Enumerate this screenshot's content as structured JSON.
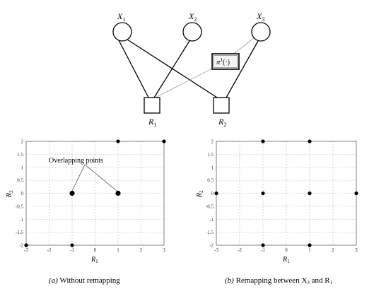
{
  "diagram": {
    "variables": [
      {
        "id": "X1",
        "letter": "X",
        "sub": "1"
      },
      {
        "id": "X2",
        "letter": "X",
        "sub": "2"
      },
      {
        "id": "X3",
        "letter": "X",
        "sub": "3"
      }
    ],
    "receivers": [
      {
        "id": "R1",
        "letter": "R",
        "sub": "1"
      },
      {
        "id": "R2",
        "letter": "R",
        "sub": "2"
      }
    ],
    "mapping_box": {
      "pi": "π",
      "sup": "1",
      "args": "(·)"
    },
    "edges": [
      {
        "from": "X1",
        "to": "R1",
        "style": "solid"
      },
      {
        "from": "X1",
        "to": "R2",
        "style": "solid"
      },
      {
        "from": "X2",
        "to": "R1",
        "style": "solid"
      },
      {
        "from": "X3",
        "to": "R2",
        "style": "solid"
      },
      {
        "from": "X3",
        "to": "R1",
        "style": "thin",
        "via": "mapping_box"
      }
    ]
  },
  "chart_data": [
    {
      "type": "scatter",
      "xlabel": {
        "letter": "R",
        "sub": "1"
      },
      "ylabel": {
        "letter": "R",
        "sub": "2"
      },
      "xlim": [
        -3,
        3
      ],
      "ylim": [
        -2,
        2
      ],
      "xticks": [
        "-3",
        "-2",
        "-1",
        "0",
        "1",
        "2",
        "3"
      ],
      "yticks": [
        "2",
        "1.5",
        "1",
        "0.5",
        "0",
        "-0.5",
        "-1",
        "-1.5",
        "-2"
      ],
      "grid": true,
      "points": [
        {
          "x": -3,
          "y": -2
        },
        {
          "x": -1,
          "y": -2
        },
        {
          "x": -1,
          "y": 0
        },
        {
          "x": 1,
          "y": 0
        },
        {
          "x": 1,
          "y": 2
        },
        {
          "x": 3,
          "y": 2
        }
      ],
      "annotation": {
        "text": "Overlapping points",
        "targets": [
          {
            "x": -1,
            "y": 0
          },
          {
            "x": 1,
            "y": 0
          }
        ]
      },
      "caption": {
        "label": "(a)",
        "text": " Without remapping"
      }
    },
    {
      "type": "scatter",
      "xlabel": {
        "letter": "R",
        "sub": "1"
      },
      "ylabel": {
        "letter": "R",
        "sub": "2"
      },
      "xlim": [
        -3,
        3
      ],
      "ylim": [
        -2,
        2
      ],
      "xticks": [
        "-3",
        "-2",
        "-1",
        "0",
        "1",
        "2",
        "3"
      ],
      "yticks": [
        "2",
        "1.5",
        "1",
        "0.5",
        "0",
        "-0.5",
        "-1",
        "-1.5",
        "-2"
      ],
      "grid": true,
      "points": [
        {
          "x": -3,
          "y": 0
        },
        {
          "x": -1,
          "y": 0
        },
        {
          "x": 1,
          "y": 0
        },
        {
          "x": 3,
          "y": 0
        },
        {
          "x": -1,
          "y": 2
        },
        {
          "x": 1,
          "y": 2
        },
        {
          "x": -1,
          "y": -2
        },
        {
          "x": 1,
          "y": -2
        }
      ],
      "caption": {
        "label": "(b)",
        "text": " Remapping between X",
        "sub": "3",
        "tail": " and R",
        "sub2": "1"
      }
    }
  ]
}
